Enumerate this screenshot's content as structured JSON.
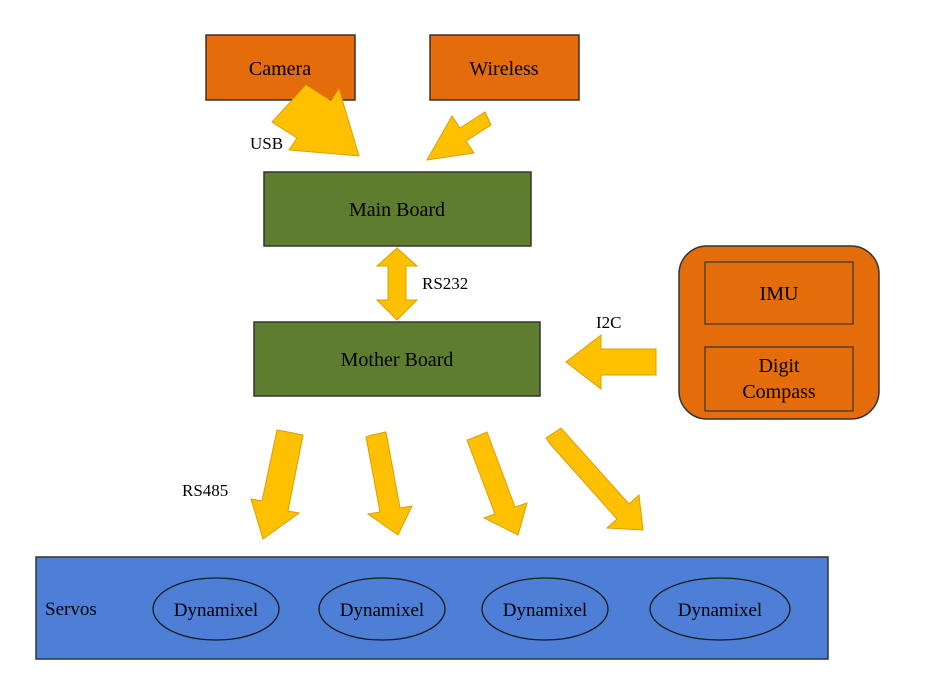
{
  "nodes": {
    "camera": "Camera",
    "wireless": "Wireless",
    "main_board": "Main Board",
    "mother_board": "Mother Board",
    "imu": "IMU",
    "compass_line1": "Digit",
    "compass_line2": "Compass",
    "servos": "Servos",
    "dynamixel": [
      "Dynamixel",
      "Dynamixel",
      "Dynamixel",
      "Dynamixel"
    ]
  },
  "connections": {
    "usb": "USB",
    "rs232": "RS232",
    "i2c": "I2C",
    "rs485": "RS485"
  },
  "colors": {
    "orange_box": "#E46C0A",
    "green_box": "#5E7D2E",
    "blue_panel": "#4D7FD6",
    "arrow_fill": "#FFC000",
    "arrow_stroke": "#D9A000",
    "outline": "#333333"
  }
}
